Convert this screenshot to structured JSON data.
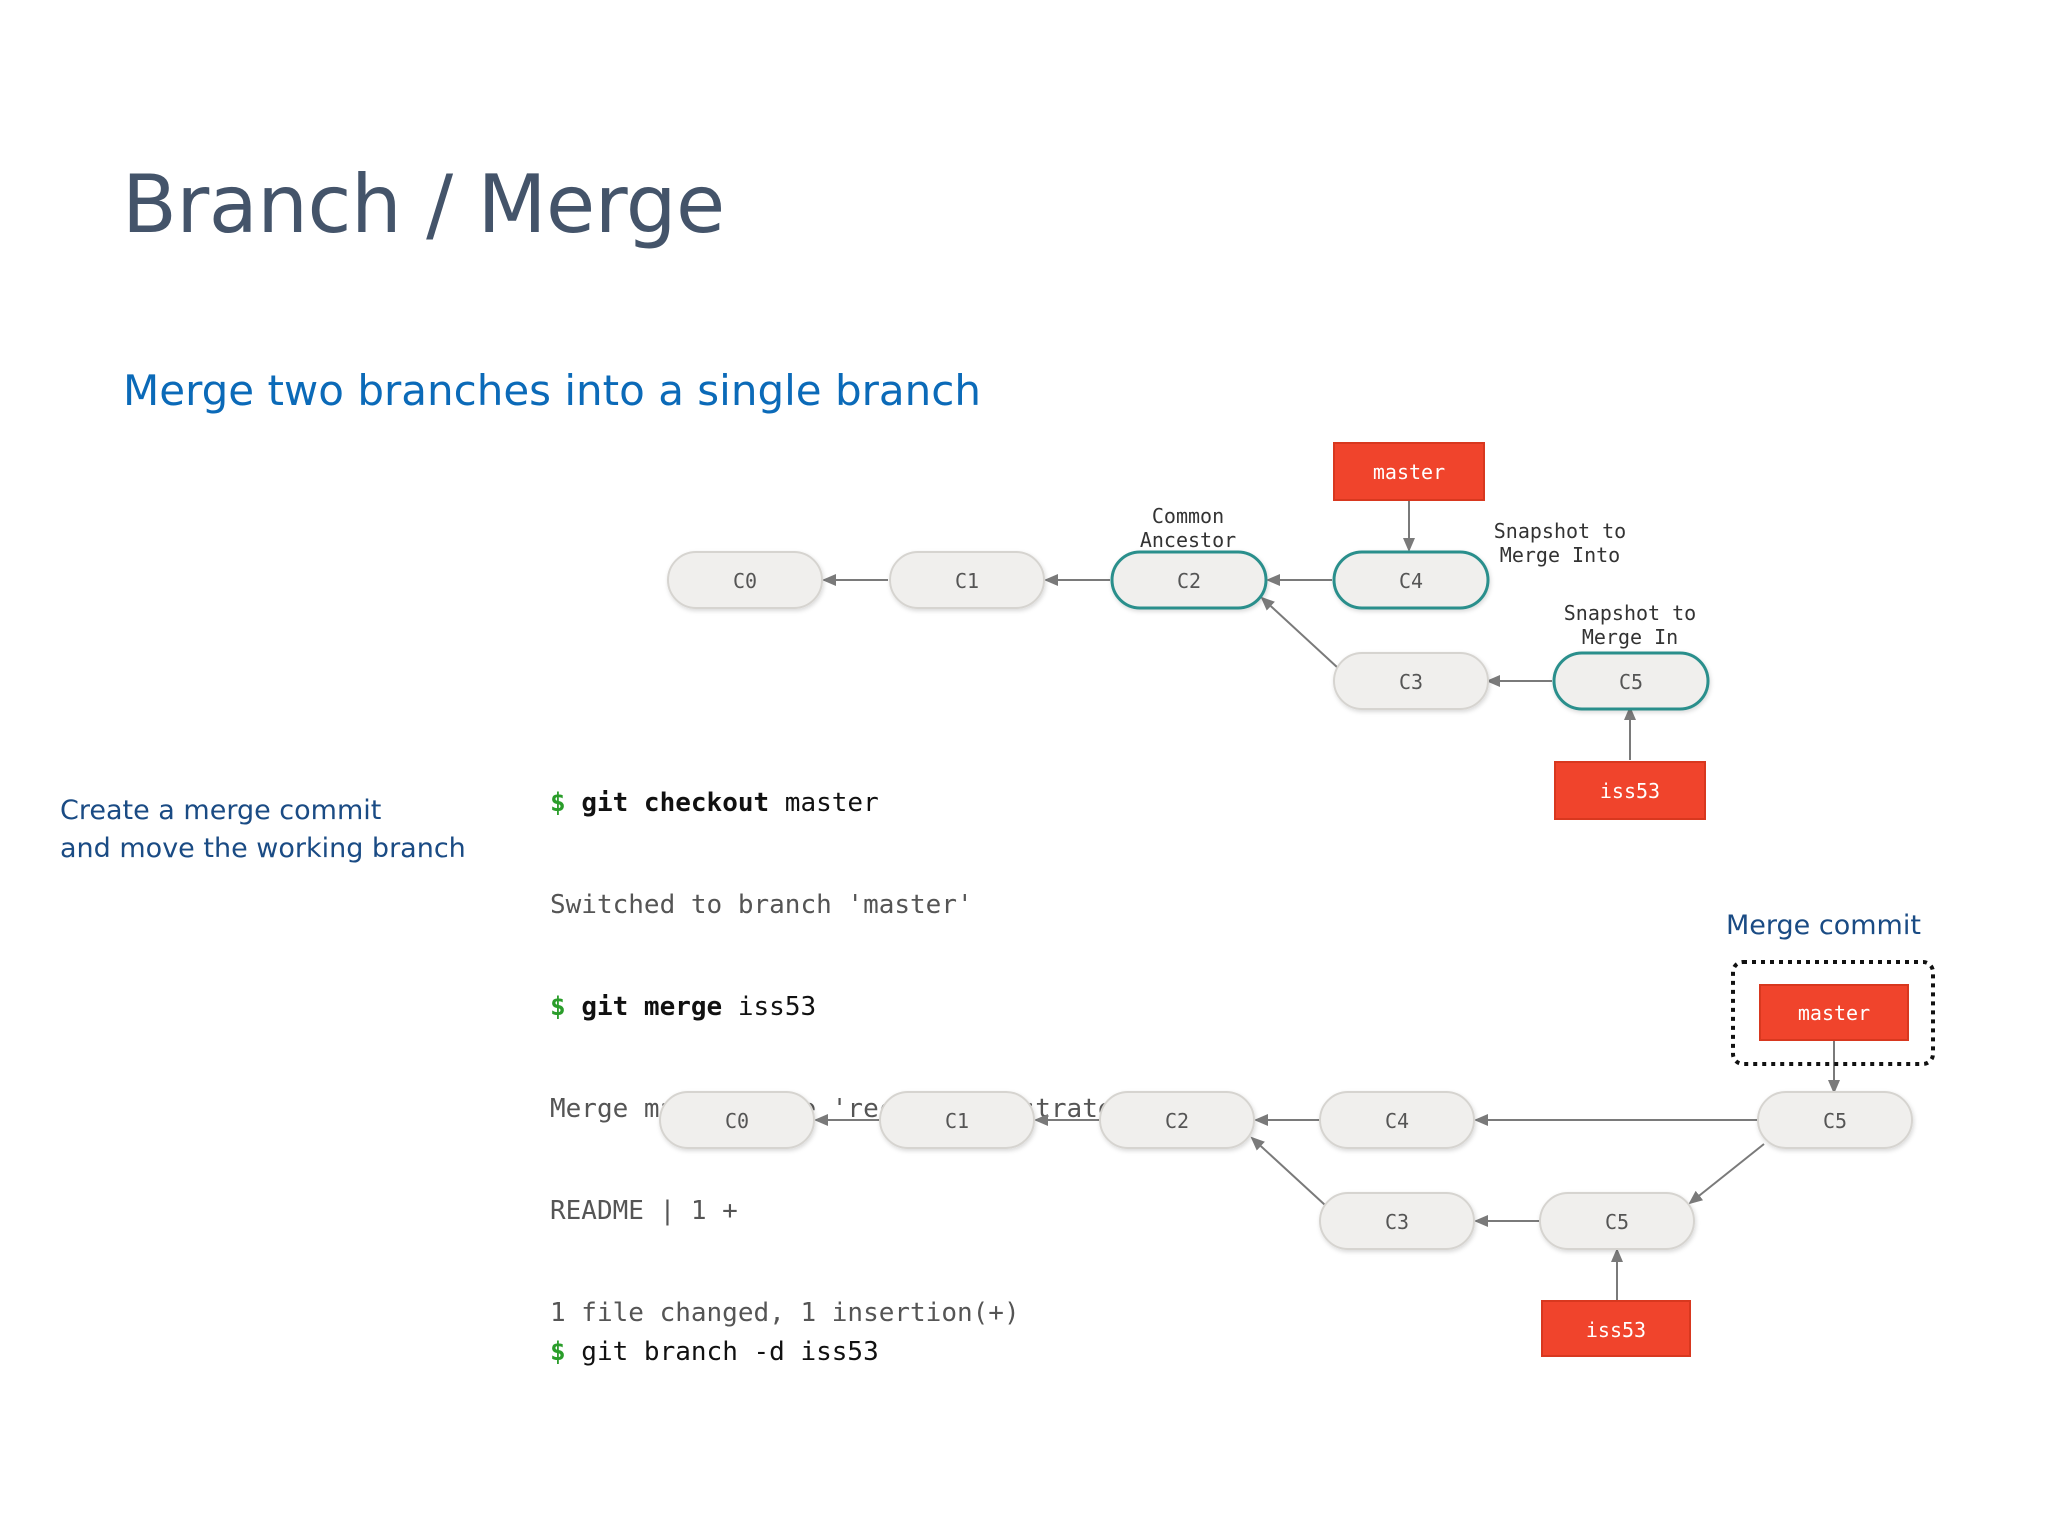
{
  "slide": {
    "title": "Branch / Merge",
    "subtitle": "Merge two branches into a single branch",
    "side_note_line1": "Create a merge commit",
    "side_note_line2": "and move the working branch",
    "merge_commit_label": "Merge commit"
  },
  "terminal1": {
    "lines": [
      {
        "prompt": "$",
        "bold": "git checkout",
        "rest": " master"
      },
      {
        "text": "Switched to branch 'master'"
      },
      {
        "prompt": "$",
        "bold": "git merge",
        "rest": " iss53"
      },
      {
        "text": "Merge made by the 'recursive' strategy."
      },
      {
        "text": "README | 1 +"
      },
      {
        "text": "1 file changed, 1 insertion(+)"
      }
    ]
  },
  "terminal2": {
    "prompt": "$",
    "command": " git branch -d iss53"
  },
  "diagram_before": {
    "commits": [
      "C0",
      "C1",
      "C2",
      "C4",
      "C3",
      "C5"
    ],
    "refs": [
      "master",
      "iss53"
    ],
    "annotations": {
      "common_ancestor_1": "Common",
      "common_ancestor_2": "Ancestor",
      "into_1": "Snapshot to",
      "into_2": "Merge Into",
      "in_1": "Snapshot to",
      "in_2": "Merge In"
    }
  },
  "diagram_after": {
    "commits": [
      "C0",
      "C1",
      "C2",
      "C4",
      "C3",
      "C5",
      "C5"
    ],
    "refs": [
      "master",
      "iss53"
    ]
  },
  "colors": {
    "title": "#44546a",
    "subtitle": "#0b6ab8",
    "note": "#1a4b84",
    "ref_fill": "#f0442c",
    "highlight_stroke": "#2a8f8c",
    "node_fill": "#f0efed",
    "arrow": "#7a7a7a",
    "prompt": "#2a9d2a"
  }
}
